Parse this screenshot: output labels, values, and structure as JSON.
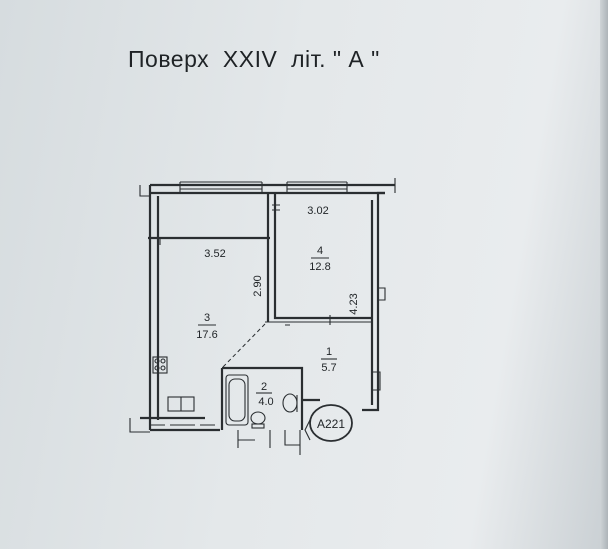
{
  "title": "Поверх  XXIV  літ. \" А \"",
  "rooms": [
    {
      "number": "3",
      "area": "17.6"
    },
    {
      "number": "4",
      "area": "12.8"
    },
    {
      "number": "1",
      "area": "5.7"
    },
    {
      "number": "2",
      "area": "4.0"
    }
  ],
  "dimensions": {
    "top_right_width": "3.02",
    "left_width": "3.52",
    "vertical_left": "2.90",
    "vertical_right": "4.23"
  },
  "apartment_badge": "А221",
  "colors": {
    "ink": "#2a2e31",
    "paper": "#e4e8ea"
  }
}
